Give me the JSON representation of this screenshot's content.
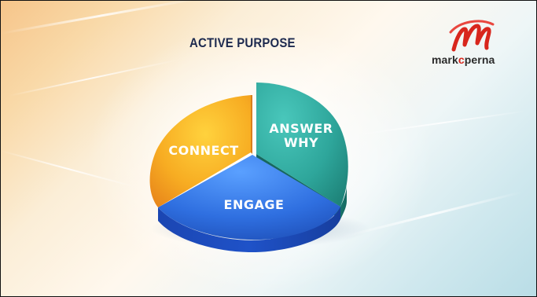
{
  "slide": {
    "title": "ACTIVE PURPOSE"
  },
  "logo": {
    "text_before": "mark",
    "text_ring": "c",
    "text_after": "perna",
    "brand_color": "#d8261d"
  },
  "diagram": {
    "type": "3d-pie",
    "segments": [
      {
        "id": "answer-why",
        "line1": "ANSWER",
        "line2": "WHY",
        "color": "#2fa39b"
      },
      {
        "id": "connect",
        "line1": "CONNECT",
        "color": "#f5a623"
      },
      {
        "id": "engage",
        "line1": "ENGAGE",
        "color": "#2f6fe0"
      }
    ]
  }
}
